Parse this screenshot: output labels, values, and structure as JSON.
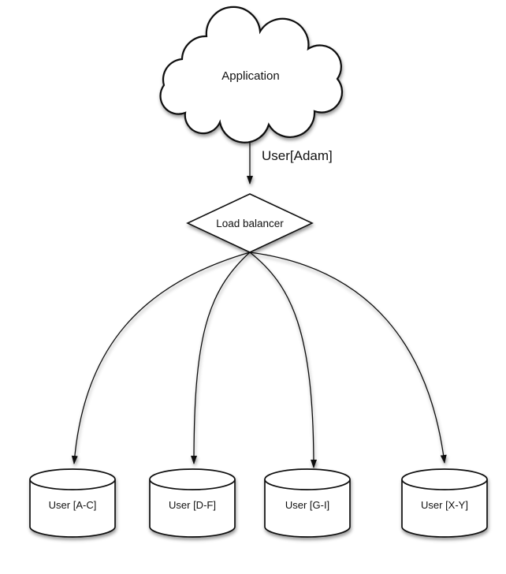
{
  "palette": {
    "background": "#ffffff",
    "stroke": "#111111",
    "node_fill": "#ffffff",
    "shadow": "rgba(0,0,0,0.4)"
  },
  "diagram": {
    "application": {
      "shape": "cloud",
      "label": "Application"
    },
    "request_edge": {
      "label": "User[Adam]"
    },
    "load_balancer": {
      "shape": "diamond",
      "label": "Load balancer"
    },
    "shards": [
      {
        "shape": "cylinder",
        "label": "User [A-C]"
      },
      {
        "shape": "cylinder",
        "label": "User [D-F]"
      },
      {
        "shape": "cylinder",
        "label": "User [G-I]"
      },
      {
        "shape": "cylinder",
        "label": "User [X-Y]"
      }
    ]
  }
}
